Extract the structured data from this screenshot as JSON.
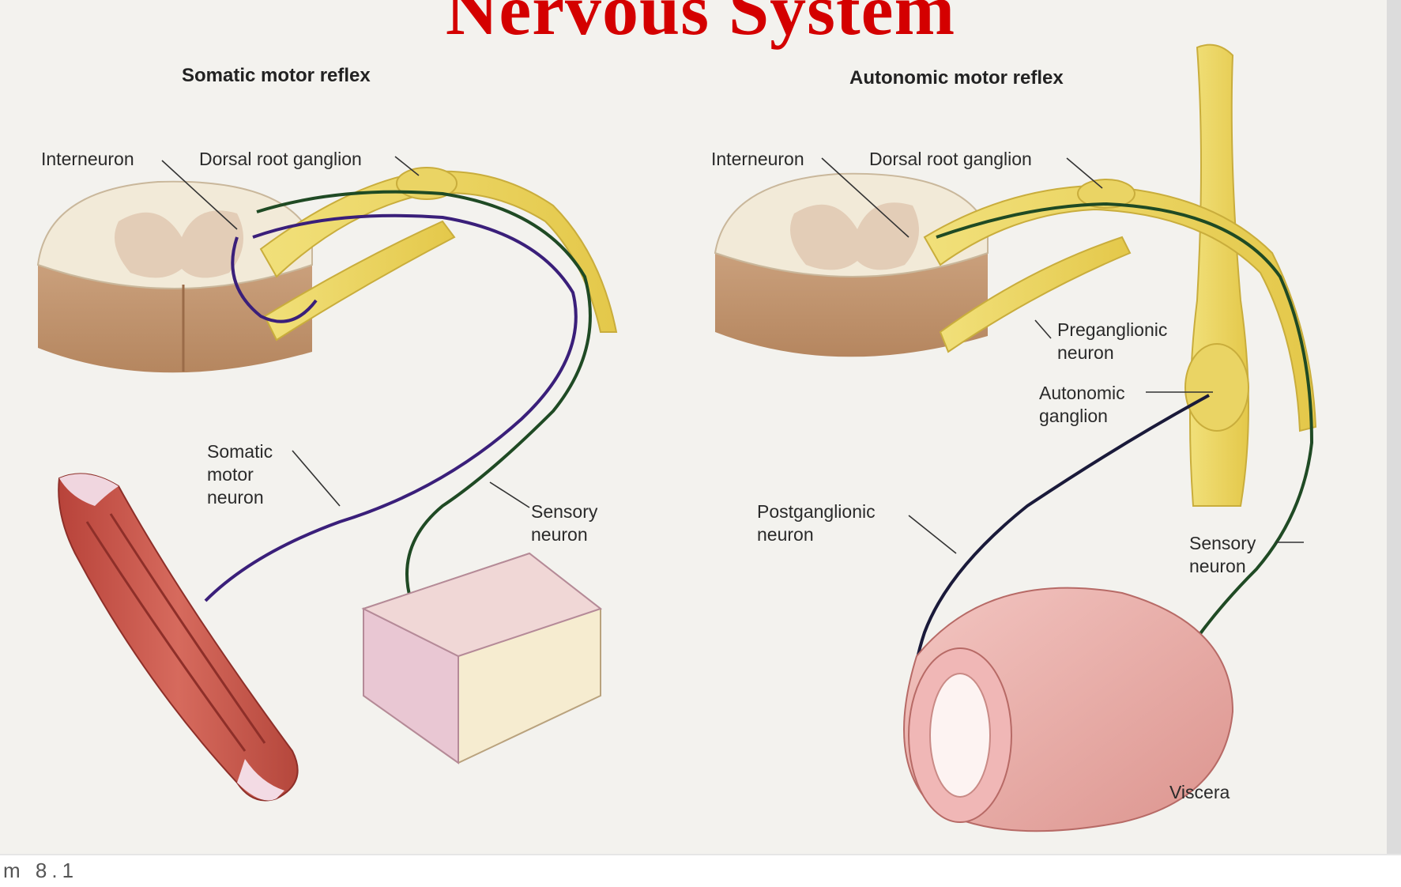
{
  "title": "Nervous System",
  "caption_fragment": "m 8.1",
  "panels": [
    {
      "title": "Somatic motor reflex",
      "labels": {
        "interneuron": "Interneuron",
        "dorsal_root_ganglion": "Dorsal root ganglion",
        "somatic_motor_neuron": [
          "Somatic",
          "motor",
          "neuron"
        ],
        "sensory_neuron": [
          "Sensory",
          "neuron"
        ]
      }
    },
    {
      "title": "Autonomic motor reflex",
      "labels": {
        "interneuron": "Interneuron",
        "dorsal_root_ganglion": "Dorsal root ganglion",
        "preganglionic_neuron": [
          "Preganglionic",
          "neuron"
        ],
        "autonomic_ganglion": [
          "Autonomic",
          "ganglion"
        ],
        "postganglionic_neuron": [
          "Postganglionic",
          "neuron"
        ],
        "sensory_neuron": [
          "Sensory",
          "neuron"
        ],
        "viscera": "Viscera"
      }
    }
  ],
  "colors": {
    "title": "#d40000",
    "nerve": "#e4c84a",
    "sensory_neuron": "#1f4a24",
    "motor_neuron": "#3a1f7a"
  }
}
